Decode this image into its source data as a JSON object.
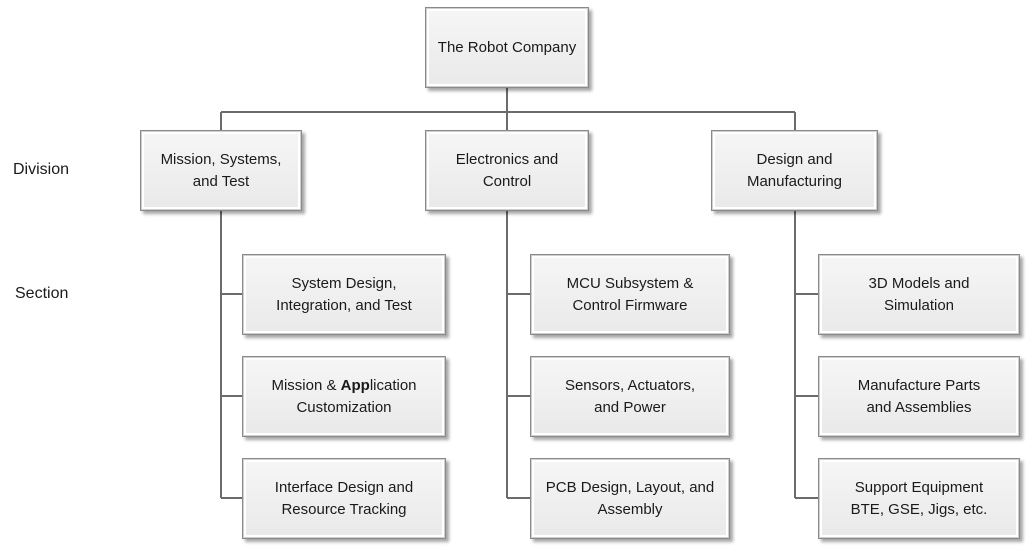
{
  "levels": {
    "division": "Division",
    "section": "Section"
  },
  "root": {
    "label": "The Robot Company"
  },
  "divisions": [
    {
      "line1": "Mission, Systems,",
      "line2": "and Test",
      "sections": [
        {
          "line1": "System Design,",
          "line2": "Integration, and Test"
        },
        {
          "line1_pre": "Mission & ",
          "line1_bold": "App",
          "line1_post": "lication",
          "line2": "Customization"
        },
        {
          "line1": "Interface Design and",
          "line2": "Resource Tracking"
        }
      ]
    },
    {
      "line1": "Electronics and",
      "line2": "Control",
      "sections": [
        {
          "line1": "MCU Subsystem &",
          "line2": "Control Firmware"
        },
        {
          "line1": "Sensors, Actuators,",
          "line2": "and Power"
        },
        {
          "line1": "PCB Design, Layout, and",
          "line2": "Assembly"
        }
      ]
    },
    {
      "line1": "Design and",
      "line2": "Manufacturing",
      "sections": [
        {
          "line1": "3D Models and",
          "line2": "Simulation"
        },
        {
          "line1": "Manufacture Parts",
          "line2": "and Assemblies"
        },
        {
          "line1": "Support Equipment",
          "line2": "BTE, GSE, Jigs, etc."
        }
      ]
    }
  ]
}
